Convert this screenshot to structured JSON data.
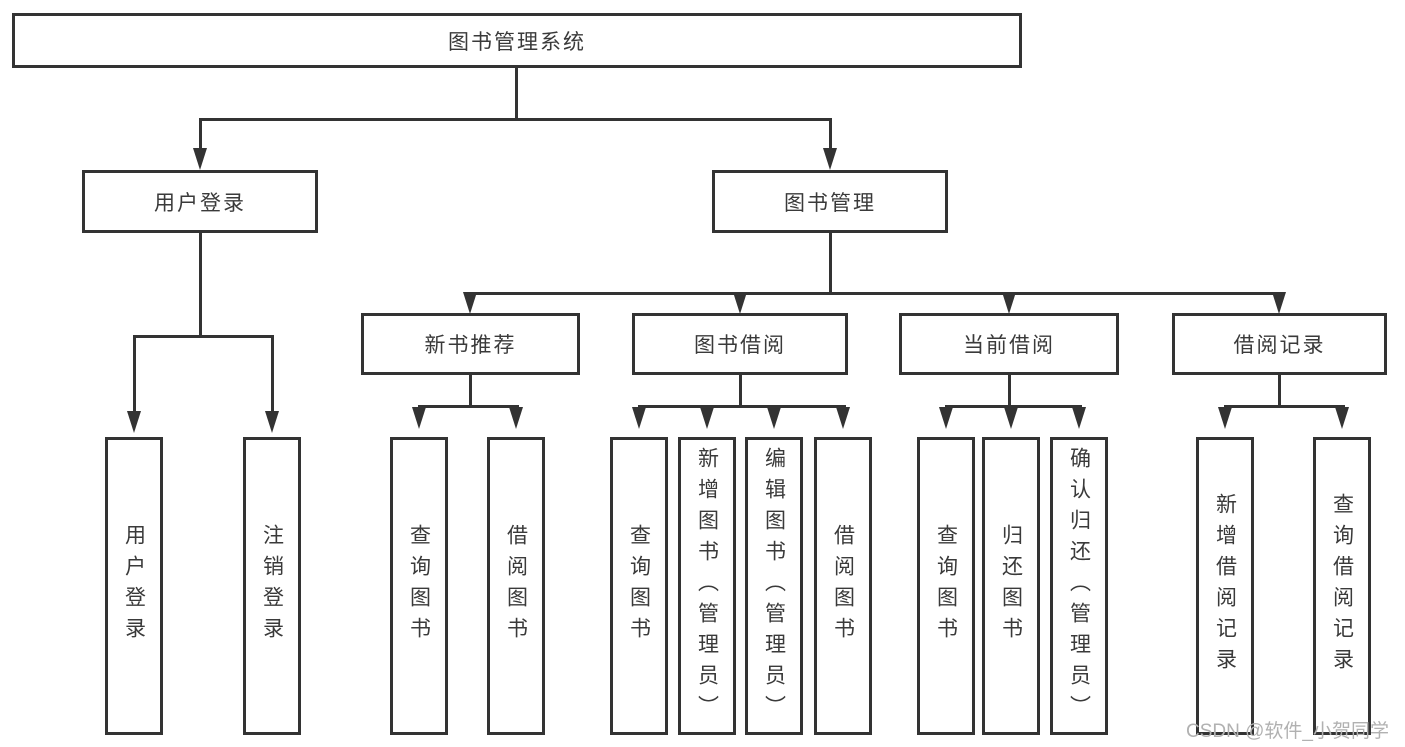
{
  "diagram": {
    "title": "图书管理系统",
    "level2": {
      "user_login": "用户登录",
      "book_management": "图书管理"
    },
    "level3": {
      "new_book_recommend": "新书推荐",
      "book_borrowing": "图书借阅",
      "current_borrowing": "当前借阅",
      "borrowing_records": "借阅记录"
    },
    "leaves": {
      "user_login": [
        "用户登录",
        "注销登录"
      ],
      "new_book_recommend": [
        "查询图书",
        "借阅图书"
      ],
      "book_borrowing": [
        "查询图书",
        "新增图书（管理员）",
        "编辑图书（管理员）",
        "借阅图书"
      ],
      "current_borrowing": [
        "查询图书",
        "归还图书",
        "确认归还（管理员）"
      ],
      "borrowing_records": [
        "新增借阅记录",
        "查询借阅记录"
      ]
    },
    "colors": {
      "line": "#333333",
      "text": "#3a3a3a",
      "background": "#ffffff",
      "watermark": "#b1b1b1"
    }
  },
  "watermark": {
    "text": "CSDN @软件_小贺同学"
  }
}
